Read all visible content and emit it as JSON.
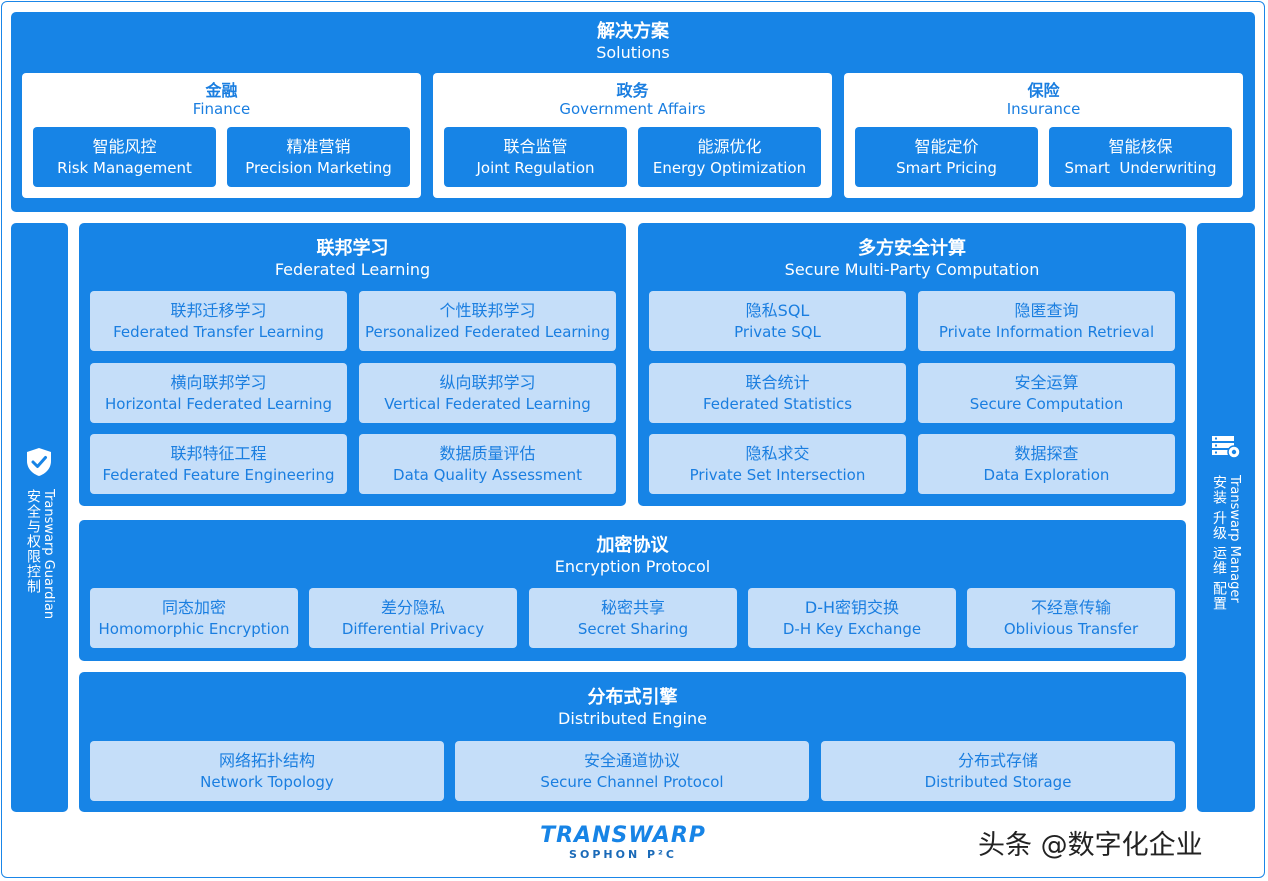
{
  "solutions": {
    "title_zh": "解决方案",
    "title_en": "Solutions",
    "groups": [
      {
        "zh": "金融",
        "en": "Finance",
        "items": [
          {
            "zh": "智能风控",
            "en": "Risk Management"
          },
          {
            "zh": "精准营销",
            "en": "Precision Marketing"
          }
        ]
      },
      {
        "zh": "政务",
        "en": "Government Affairs",
        "items": [
          {
            "zh": "联合监管",
            "en": "Joint Regulation"
          },
          {
            "zh": "能源优化",
            "en": "Energy Optimization"
          }
        ]
      },
      {
        "zh": "保险",
        "en": "Insurance",
        "items": [
          {
            "zh": "智能定价",
            "en": "Smart Pricing"
          },
          {
            "zh": "智能核保",
            "en": "Smart  Underwriting"
          }
        ]
      }
    ]
  },
  "left_sidebar": {
    "zh": "安全与权限控制",
    "en": "Transwarp Guardian",
    "icon": "shield-check-icon"
  },
  "right_sidebar": {
    "zh": "安装 升级 运维 配置",
    "en": "Transwarp Manager",
    "icon": "server-gear-icon"
  },
  "federated_learning": {
    "title_zh": "联邦学习",
    "title_en": "Federated Learning",
    "items": [
      {
        "zh": "联邦迁移学习",
        "en": "Federated Transfer Learning"
      },
      {
        "zh": "个性联邦学习",
        "en": "Personalized Federated Learning"
      },
      {
        "zh": "横向联邦学习",
        "en": "Horizontal Federated Learning"
      },
      {
        "zh": "纵向联邦学习",
        "en": "Vertical Federated Learning"
      },
      {
        "zh": "联邦特征工程",
        "en": "Federated Feature Engineering"
      },
      {
        "zh": "数据质量评估",
        "en": "Data Quality Assessment"
      }
    ]
  },
  "mpc": {
    "title_zh": "多方安全计算",
    "title_en": "Secure Multi-Party Computation",
    "items": [
      {
        "zh": "隐私SQL",
        "en": "Private SQL"
      },
      {
        "zh": "隐匿查询",
        "en": "Private Information Retrieval"
      },
      {
        "zh": "联合统计",
        "en": "Federated Statistics"
      },
      {
        "zh": "安全运算",
        "en": "Secure Computation"
      },
      {
        "zh": "隐私求交",
        "en": "Private Set Intersection"
      },
      {
        "zh": "数据探查",
        "en": "Data Exploration"
      }
    ]
  },
  "encryption": {
    "title_zh": "加密协议",
    "title_en": "Encryption Protocol",
    "items": [
      {
        "zh": "同态加密",
        "en": "Homomorphic Encryption"
      },
      {
        "zh": "差分隐私",
        "en": "Differential Privacy"
      },
      {
        "zh": "秘密共享",
        "en": "Secret Sharing"
      },
      {
        "zh": "D-H密钥交换",
        "en": "D-H Key Exchange"
      },
      {
        "zh": "不经意传输",
        "en": "Oblivious Transfer"
      }
    ]
  },
  "engine": {
    "title_zh": "分布式引擎",
    "title_en": "Distributed Engine",
    "items": [
      {
        "zh": "网络拓扑结构",
        "en": "Network Topology"
      },
      {
        "zh": "安全通道协议",
        "en": "Secure Channel Protocol"
      },
      {
        "zh": "分布式存储",
        "en": "Distributed Storage"
      }
    ]
  },
  "logo": {
    "name": "TRANSWARP",
    "sub": "SOPHON P²C"
  },
  "watermark": "头条 @数字化企业",
  "colors": {
    "primary": "#1784e6",
    "light_tile": "#c5def9",
    "light_text": "#1a7ee0"
  }
}
